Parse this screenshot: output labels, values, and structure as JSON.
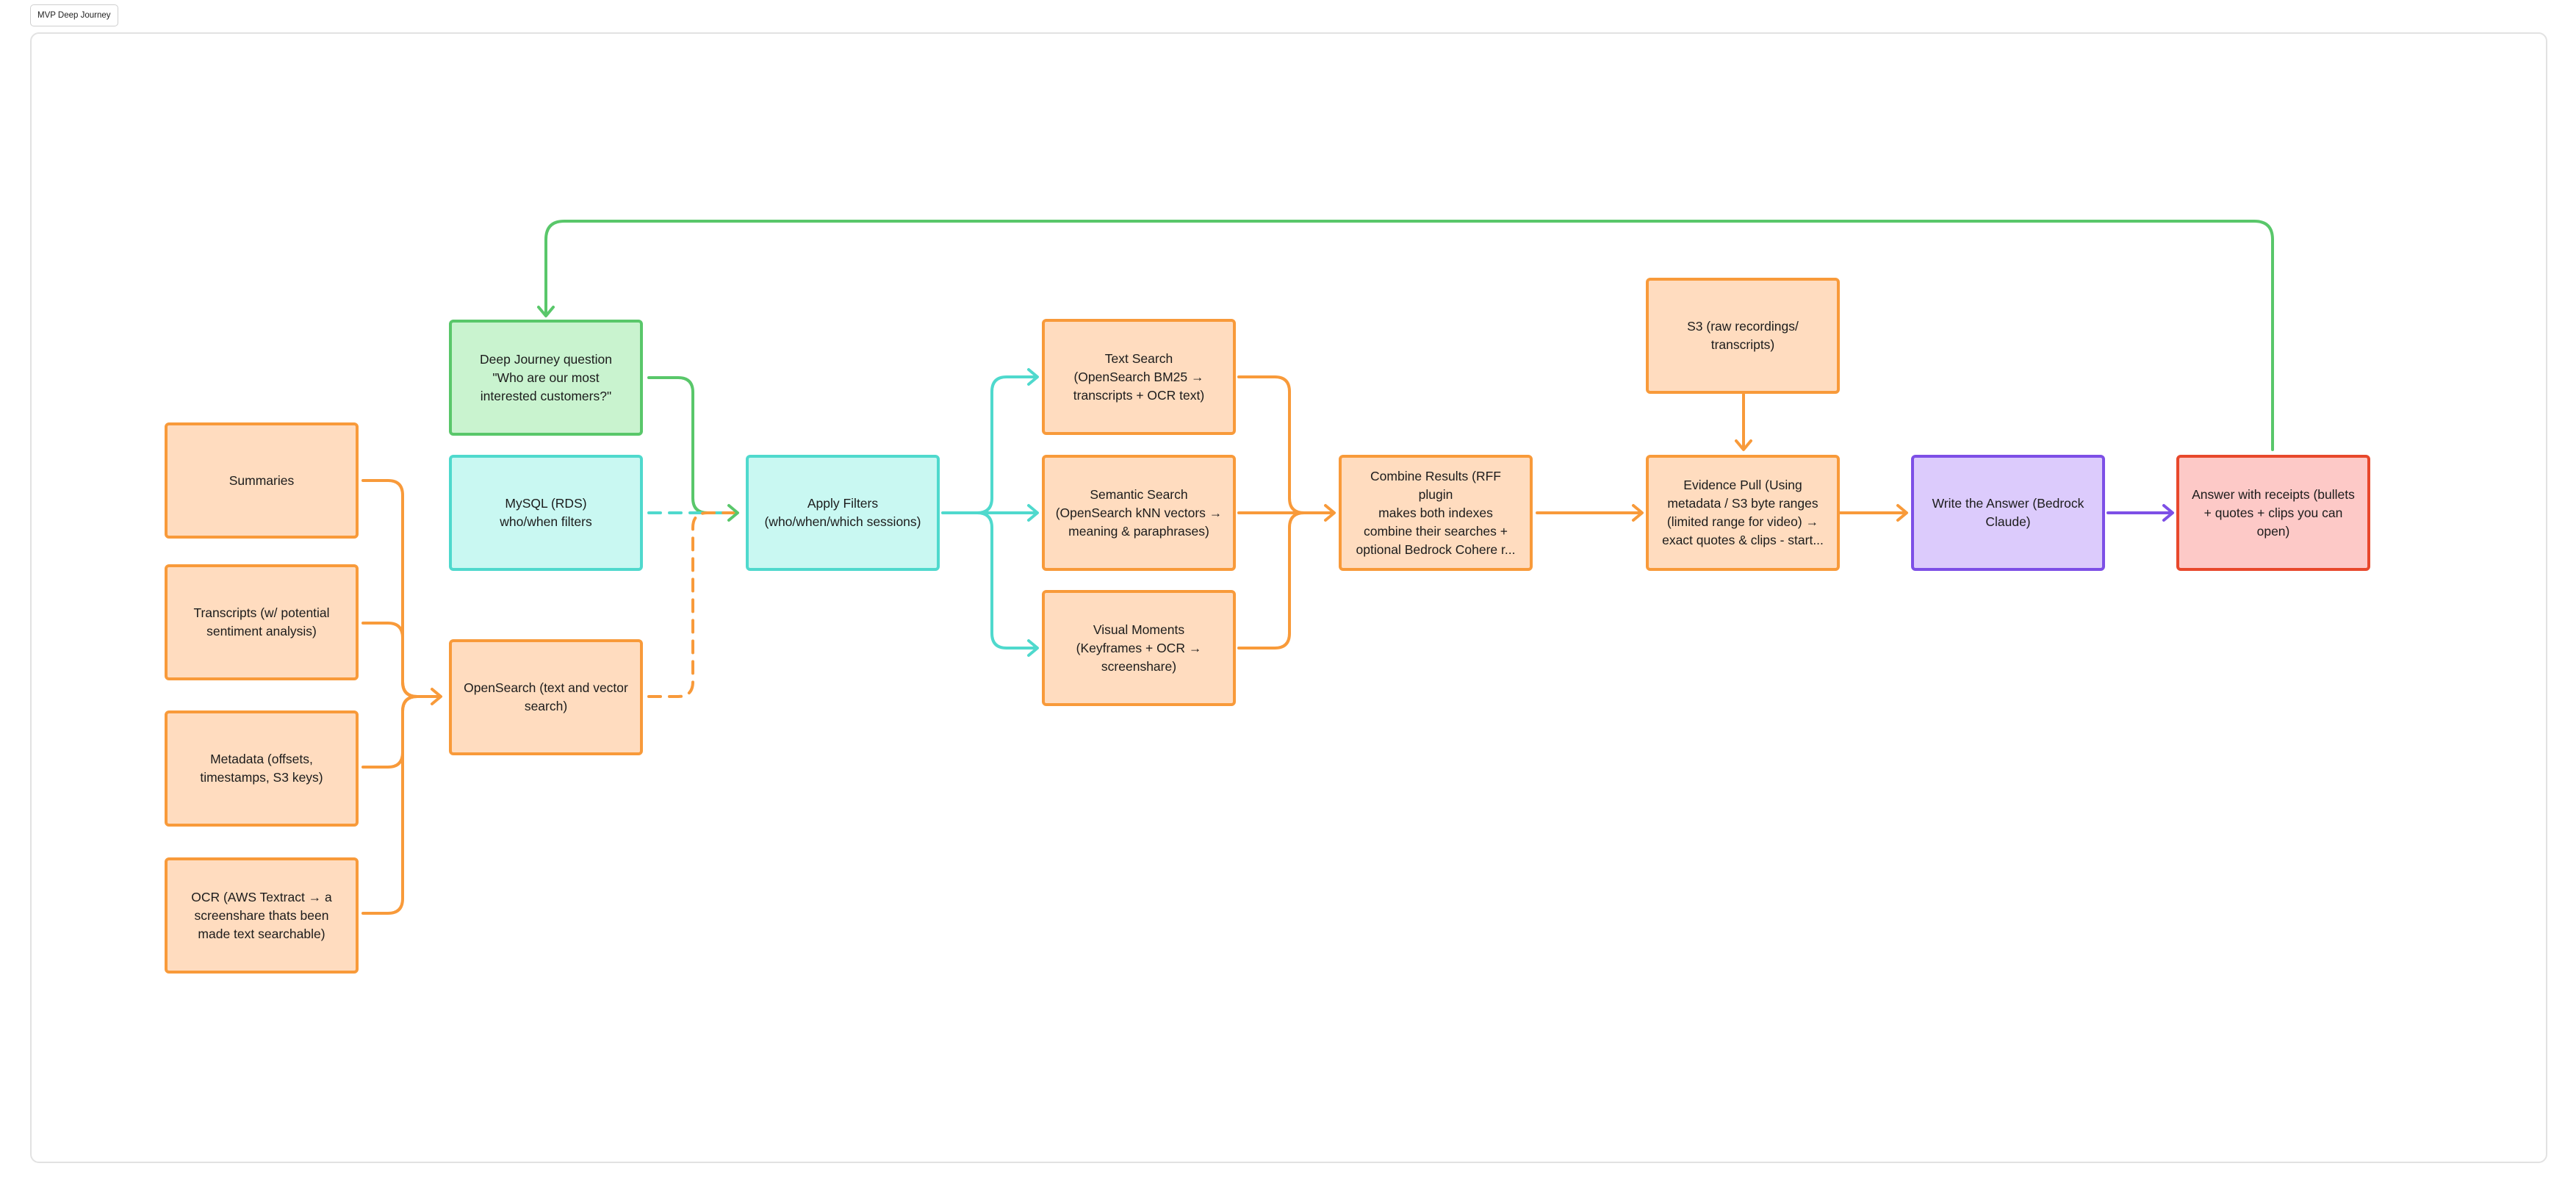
{
  "frame": {
    "title": "MVP Deep Journey"
  },
  "colors": {
    "orange": "#f89a3a",
    "green": "#59c76a",
    "teal": "#4fd9cd",
    "purple": "#7d4fe6",
    "red": "#e8482c"
  },
  "nodes": {
    "summaries": "Summaries",
    "transcripts": "Transcripts (w/ potential\nsentiment analysis)",
    "metadata": "Metadata (offsets,\ntimestamps, S3 keys)",
    "ocr": "OCR (AWS Textract → a\nscreenshare thats been\nmade text searchable)",
    "question": "Deep Journey question\n\"Who are our most\ninterested customers?\"",
    "mysql": "MySQL (RDS)\nwho/when filters",
    "opensearch": "OpenSearch (text and vector\nsearch)",
    "apply_filters": "Apply Filters\n(who/when/which sessions)",
    "text_search": "Text Search\n(OpenSearch BM25 →\ntranscripts + OCR text)",
    "semantic_search": "Semantic Search\n(OpenSearch kNN vectors →\nmeaning & paraphrases)",
    "visual_moments": "Visual Moments\n(Keyframes + OCR →\nscreenshare)",
    "combine": "Combine Results (RFF plugin\nmakes both indexes\ncombine their searches +\noptional Bedrock Cohere r...",
    "s3": "S3 (raw recordings/\ntranscripts)",
    "evidence": "Evidence Pull (Using\nmetadata / S3 byte ranges\n(limited range for video) →\nexact quotes & clips - start...",
    "write_answer": "Write the Answer (Bedrock\nClaude)",
    "answer": "Answer with receipts (bullets\n+ quotes + clips you can\nopen)"
  }
}
